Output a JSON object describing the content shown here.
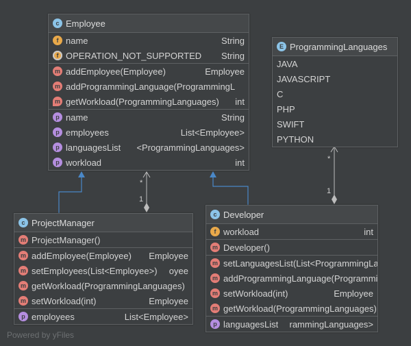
{
  "classes": [
    {
      "id": "employee",
      "kind": "c",
      "title": "Employee",
      "sections": [
        [
          {
            "icon": "f",
            "name": "name",
            "type": "String"
          },
          {
            "icon": "fs",
            "name": "OPERATION_NOT_SUPPORTED",
            "type": "String"
          }
        ],
        [
          {
            "icon": "m",
            "name": "addEmployee(Employee)",
            "type": "Employee"
          },
          {
            "icon": "m",
            "name": "addProgrammingLanguage(ProgrammingL",
            "type": ""
          },
          {
            "icon": "ma",
            "name": "getWorkload(ProgrammingLanguages)",
            "type": "int"
          }
        ],
        [
          {
            "icon": "p",
            "name": "name",
            "type": "String"
          },
          {
            "icon": "p",
            "name": "employees",
            "type": "List<Employee>"
          },
          {
            "icon": "p",
            "name": "languagesList",
            "type": "<ProgrammingLanguages>"
          },
          {
            "icon": "p",
            "name": "workload",
            "type": "int"
          }
        ]
      ]
    },
    {
      "id": "programming-languages",
      "kind": "e",
      "title": "ProgrammingLanguages",
      "sections": [
        [
          {
            "name": "JAVA"
          },
          {
            "name": "JAVASCRIPT"
          },
          {
            "name": "C"
          },
          {
            "name": "PHP"
          },
          {
            "name": "SWIFT"
          },
          {
            "name": "PYTHON"
          }
        ]
      ]
    },
    {
      "id": "project-manager",
      "kind": "c",
      "title": "ProjectManager",
      "sections": [
        [
          {
            "icon": "m",
            "name": "ProjectManager()",
            "type": ""
          }
        ],
        [
          {
            "icon": "m",
            "name": "addEmployee(Employee)",
            "type": "Employee"
          },
          {
            "icon": "m",
            "name": "setEmployees(List<Employee>)",
            "type": "oyee"
          },
          {
            "icon": "m",
            "name": "getWorkload(ProgrammingLanguages)",
            "type": ""
          },
          {
            "icon": "m",
            "name": "setWorkload(int)",
            "type": "Employee"
          }
        ],
        [
          {
            "icon": "p",
            "name": "employees",
            "type": "List<Employee>"
          }
        ]
      ]
    },
    {
      "id": "developer",
      "kind": "c",
      "title": "Developer",
      "sections": [
        [
          {
            "icon": "f",
            "name": "workload",
            "type": "int"
          }
        ],
        [
          {
            "icon": "m",
            "name": "Developer()",
            "type": ""
          }
        ],
        [
          {
            "icon": "m",
            "name": "setLanguagesList(List<ProgrammingLanguages>)",
            "type": ""
          },
          {
            "icon": "m",
            "name": "addProgrammingLanguage(ProgrammingLanguages)",
            "type": ""
          },
          {
            "icon": "m",
            "name": "setWorkload(int)",
            "type": "Employee"
          },
          {
            "icon": "m",
            "name": "getWorkload(ProgrammingLanguages)",
            "type": ""
          }
        ],
        [
          {
            "icon": "p",
            "name": "languagesList",
            "type": "rammingLanguages>"
          }
        ]
      ]
    }
  ],
  "multiplicities": {
    "employee_side": "*",
    "manager_side": "1",
    "languages_side": "*",
    "developer_side": "1"
  },
  "footer": "Powered by yFiles",
  "colors": {
    "background": "#3c3f41",
    "inheritance": "#4a90d9",
    "association": "#bdbdbd"
  }
}
